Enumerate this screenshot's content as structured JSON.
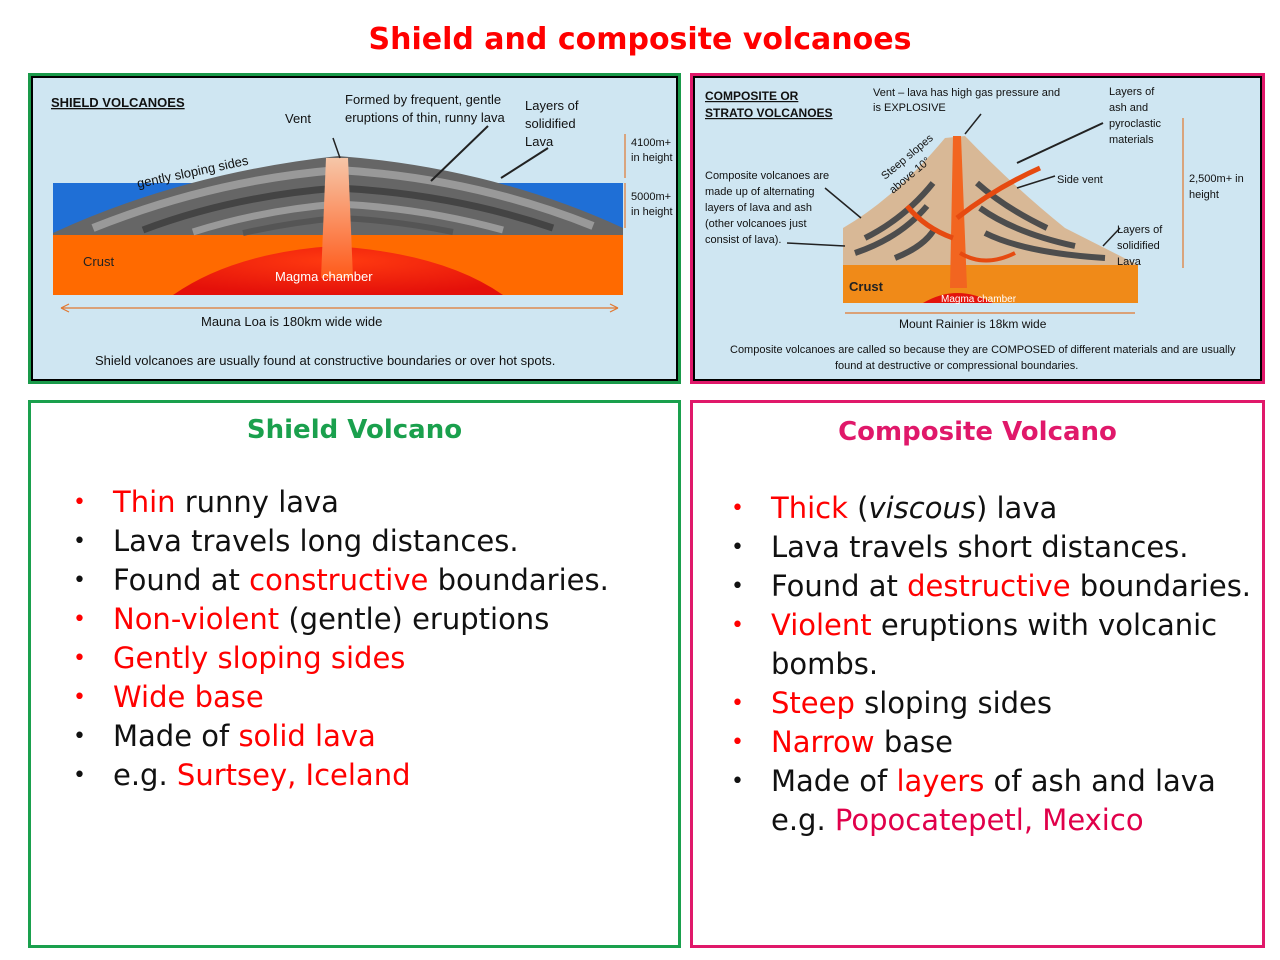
{
  "title": "Shield and composite volcanoes",
  "shield_diagram": {
    "heading": "SHIELD VOLCANOES",
    "formed_label": "Formed by frequent, gentle",
    "formed_label_2": "eruptions of thin, runny lava",
    "vent_label": "Vent",
    "layers_label_1": "Layers of",
    "layers_label_2": "solidified",
    "layers_label_3": "Lava",
    "height1_a": "4100m+",
    "height1_b": "in height",
    "height2_a": "5000m+",
    "height2_b": "in height",
    "slope_label": "gently sloping sides",
    "crust_label": "Crust",
    "magma_label": "Magma chamber",
    "width_label": "Mauna Loa is 180km wide wide",
    "caption": "Shield volcanoes are usually found at constructive boundaries or over hot spots."
  },
  "composite_diagram": {
    "heading_1": "COMPOSITE OR",
    "heading_2": "STRATO VOLCANOES",
    "vent_label_1": "Vent – lava has high gas pressure and",
    "vent_label_2": "is EXPLOSIVE",
    "layers_ash_1": "Layers of",
    "layers_ash_2": "ash and",
    "layers_ash_3": "pyroclastic",
    "layers_ash_4": "materials",
    "steep_1": "Steep slopes",
    "steep_2": "above 10°",
    "made_up_1": "Composite volcanoes are",
    "made_up_2": "made up of alternating",
    "made_up_3": "layers of lava and ash",
    "made_up_4": "(other volcanoes just",
    "made_up_5": "consist  of lava).",
    "side_vent": "Side vent",
    "height_1": "2,500m+ in",
    "height_2": "height",
    "layers_lava_1": "Layers of",
    "layers_lava_2": "solidified",
    "layers_lava_3": "Lava",
    "crust_label": "Crust",
    "magma_label": "Magma chamber",
    "width_label": "Mount Rainier is 18km wide",
    "caption_1": "Composite volcanoes are called so because they are COMPOSED of different materials and are usually",
    "caption_2": "found at destructive or compressional boundaries."
  },
  "shield_box": {
    "heading": "Shield Volcano",
    "items": [
      {
        "parts": [
          {
            "t": "Thin",
            "red": true
          },
          {
            "t": " runny lava",
            "red": false
          }
        ],
        "bullet_red": true
      },
      {
        "parts": [
          {
            "t": "Lava travels long distances.",
            "red": false
          }
        ],
        "bullet_red": false
      },
      {
        "parts": [
          {
            "t": "Found at ",
            "red": false
          },
          {
            "t": "constructive",
            "red": true
          },
          {
            "t": " boundaries.",
            "red": false
          }
        ],
        "bullet_red": false
      },
      {
        "parts": [
          {
            "t": "Non-violent",
            "red": true
          },
          {
            "t": " (gentle) eruptions",
            "red": false
          }
        ],
        "bullet_red": true
      },
      {
        "parts": [
          {
            "t": "Gently sloping sides",
            "red": true
          }
        ],
        "bullet_red": true
      },
      {
        "parts": [
          {
            "t": "Wide base",
            "red": true
          }
        ],
        "bullet_red": true
      },
      {
        "parts": [
          {
            "t": "Made of ",
            "red": false
          },
          {
            "t": "solid lava",
            "red": true
          }
        ],
        "bullet_red": false
      },
      {
        "parts": [
          {
            "t": "e.g. ",
            "red": false
          },
          {
            "t": "Surtsey, Iceland",
            "red": true
          }
        ],
        "bullet_red": false
      }
    ]
  },
  "composite_box": {
    "heading": "Composite Volcano",
    "items": [
      {
        "parts": [
          {
            "t": "Thick",
            "red": true
          },
          {
            "t": " (",
            "red": false
          },
          {
            "t": "viscous",
            "red": false,
            "italic": true
          },
          {
            "t": ") lava",
            "red": false
          }
        ],
        "bullet_red": true
      },
      {
        "parts": [
          {
            "t": "Lava travels short distances.",
            "red": false
          }
        ],
        "bullet_red": false
      },
      {
        "parts": [
          {
            "t": "Found at ",
            "red": false
          },
          {
            "t": "destructive",
            "red": true
          },
          {
            "t": " boundaries.",
            "red": false
          }
        ],
        "bullet_red": false
      },
      {
        "parts": [
          {
            "t": "Violent",
            "red": true
          },
          {
            "t": " eruptions with volcanic bombs.",
            "red": false
          }
        ],
        "bullet_red": true
      },
      {
        "parts": [
          {
            "t": "Steep",
            "red": true
          },
          {
            "t": " sloping sides",
            "red": false
          }
        ],
        "bullet_red": true
      },
      {
        "parts": [
          {
            "t": "Narrow",
            "red": true
          },
          {
            "t": " base",
            "red": false
          }
        ],
        "bullet_red": true
      },
      {
        "parts": [
          {
            "t": "Made of ",
            "red": false
          },
          {
            "t": "layers",
            "red": true
          },
          {
            "t": " of ash and lava e.g. ",
            "red": false
          },
          {
            "t": "Popocatepetl, Mexico",
            "red": true,
            "crimson": true
          }
        ],
        "bullet_red": false
      }
    ]
  },
  "colors": {
    "title_red": "#ff0000",
    "shield_green": "#1aa04d",
    "composite_pink": "#e0186a",
    "diagram_bg": "#cfe6f2",
    "crust_orange": "#ff6a00",
    "sea_blue": "#1f6fd6"
  }
}
